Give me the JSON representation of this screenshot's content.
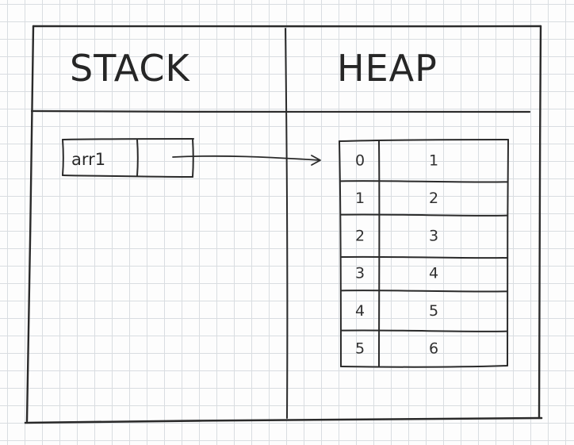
{
  "diagram": {
    "stack": {
      "title": "STACK",
      "variable": {
        "name": "arr1",
        "points_to": "heap-array"
      }
    },
    "heap": {
      "title": "HEAP",
      "array": {
        "rows": [
          {
            "index": "0",
            "value": "1"
          },
          {
            "index": "1",
            "value": "2"
          },
          {
            "index": "2",
            "value": "3"
          },
          {
            "index": "3",
            "value": "4"
          },
          {
            "index": "4",
            "value": "5"
          },
          {
            "index": "5",
            "value": "6"
          }
        ]
      }
    },
    "colors": {
      "ink": "#2a2a2a",
      "paper": "#fdfdfd",
      "grid": "#d9dde1"
    }
  }
}
